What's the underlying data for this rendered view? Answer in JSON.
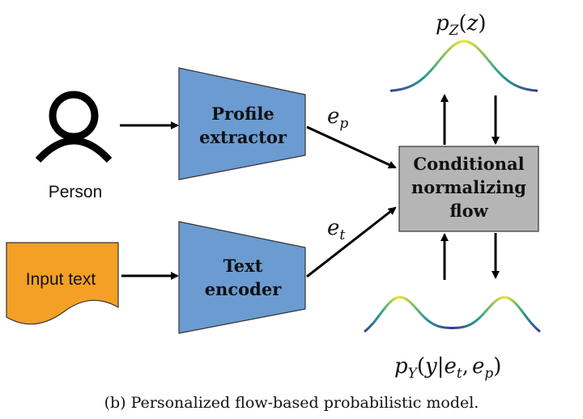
{
  "labels": {
    "person": "Person",
    "input_text": "Input text",
    "profile_extractor": [
      "Profile",
      "extractor"
    ],
    "text_encoder": [
      "Text",
      "encoder"
    ],
    "flow": [
      "Conditional",
      "normalizing",
      "flow"
    ]
  },
  "math": {
    "e_p_base": "e",
    "e_p_sub": "p",
    "e_t_base": "e",
    "e_t_sub": "t",
    "pz": {
      "p": "p",
      "sub": "Z",
      "open": "(",
      "arg": "z",
      "close": ")"
    },
    "py": {
      "p": "p",
      "sub": "Y",
      "open": "(",
      "y": "y",
      "bar": "|",
      "e1": "e",
      "s1": "t",
      "comma": ",",
      "e2": "e",
      "s2": "p",
      "close": ")"
    }
  },
  "caption": "(b) Personalized flow-based probabilistic model.",
  "colors": {
    "module_fill": "#6b9bd1",
    "flow_fill": "#b5b5b5",
    "text_fill": "#f4a027",
    "curve_start": "#3b3b8f",
    "curve_mid": "#2a9d8f",
    "curve_peak": "#f2e62a"
  },
  "icons": {
    "person": "person-icon",
    "document": "document-icon"
  }
}
